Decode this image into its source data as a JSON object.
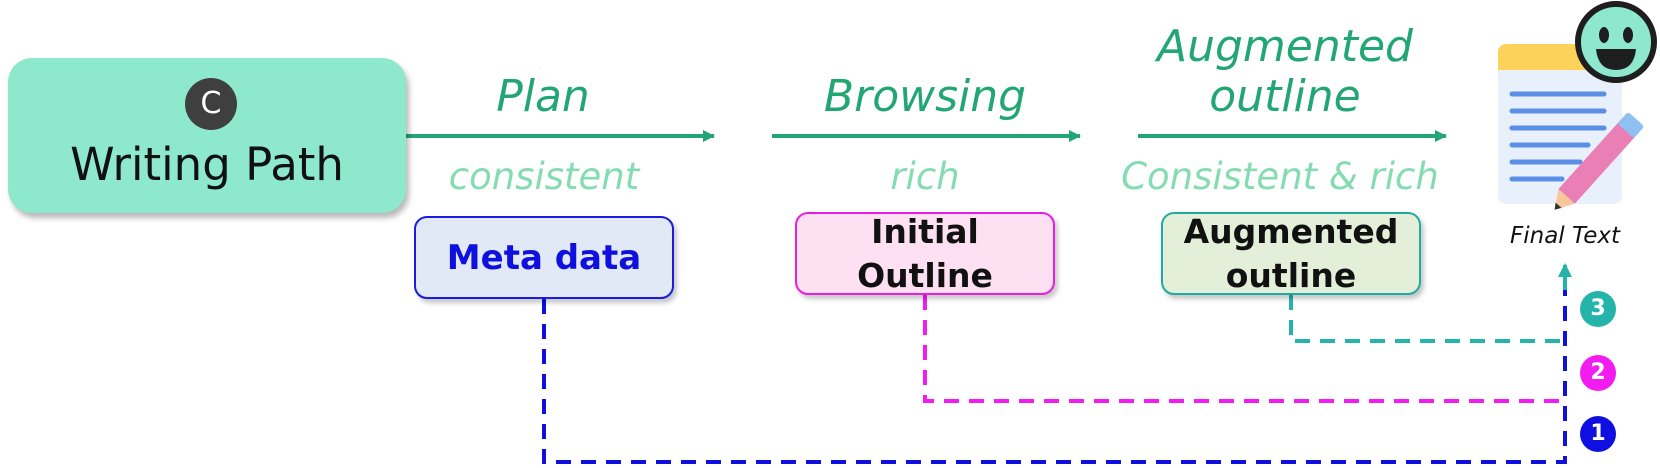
{
  "source_node": {
    "badge": "C",
    "title": "Writing Path"
  },
  "stages": [
    {
      "title": "Plan",
      "subtitle": "consistent",
      "node": "Meta data",
      "path_number": "1",
      "color": "#0f0fe0"
    },
    {
      "title": "Browsing",
      "subtitle": "rich",
      "node": "Initial Outline",
      "path_number": "2",
      "color": "#f21cf0"
    },
    {
      "title": "Augmented outline",
      "subtitle": "Consistent & rich",
      "node": "Augmented outline",
      "path_number": "3",
      "color": "#25b4a9"
    }
  ],
  "final": {
    "label": "Final Text",
    "icon": "notepad-with-pencil-icon",
    "emoji": "grinning-face-icon"
  },
  "colors": {
    "flow_green": "#22a673",
    "subtitle_green": "#86dcb2",
    "box_green": "#8ee8cc"
  }
}
